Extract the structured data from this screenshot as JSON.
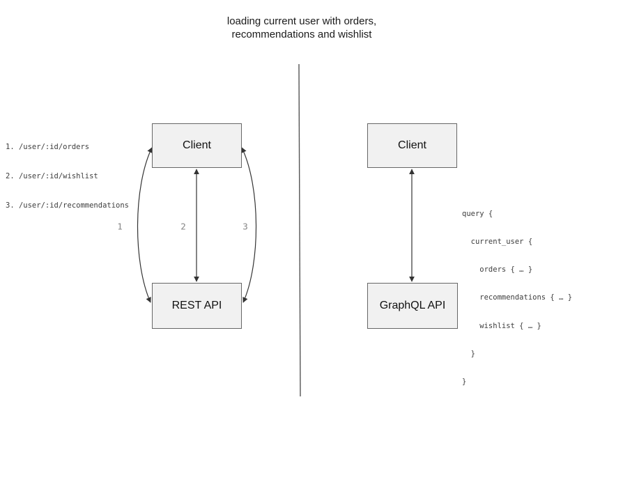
{
  "title": {
    "line1": "loading current user with orders,",
    "line2": "recommendations and wishlist"
  },
  "rest_panel": {
    "client_label": "Client",
    "api_label": "REST API",
    "endpoints": [
      "1. /user/:id/orders",
      "2. /user/:id/wishlist",
      "3. /user/:id/recommendations"
    ],
    "arrow_labels": [
      "1",
      "2",
      "3"
    ]
  },
  "graphql_panel": {
    "client_label": "Client",
    "api_label": "GraphQL API",
    "query_lines": [
      "query {",
      "  current_user {",
      "    orders { … }",
      "    recommendations { … }",
      "    wishlist { … }",
      "  }",
      "}"
    ]
  },
  "colors": {
    "box_fill": "#f1f1f1",
    "box_border": "#666666",
    "arrow": "#333333",
    "arrow_label": "#868686",
    "divider": "#555555",
    "text": "#1a1a1a"
  }
}
